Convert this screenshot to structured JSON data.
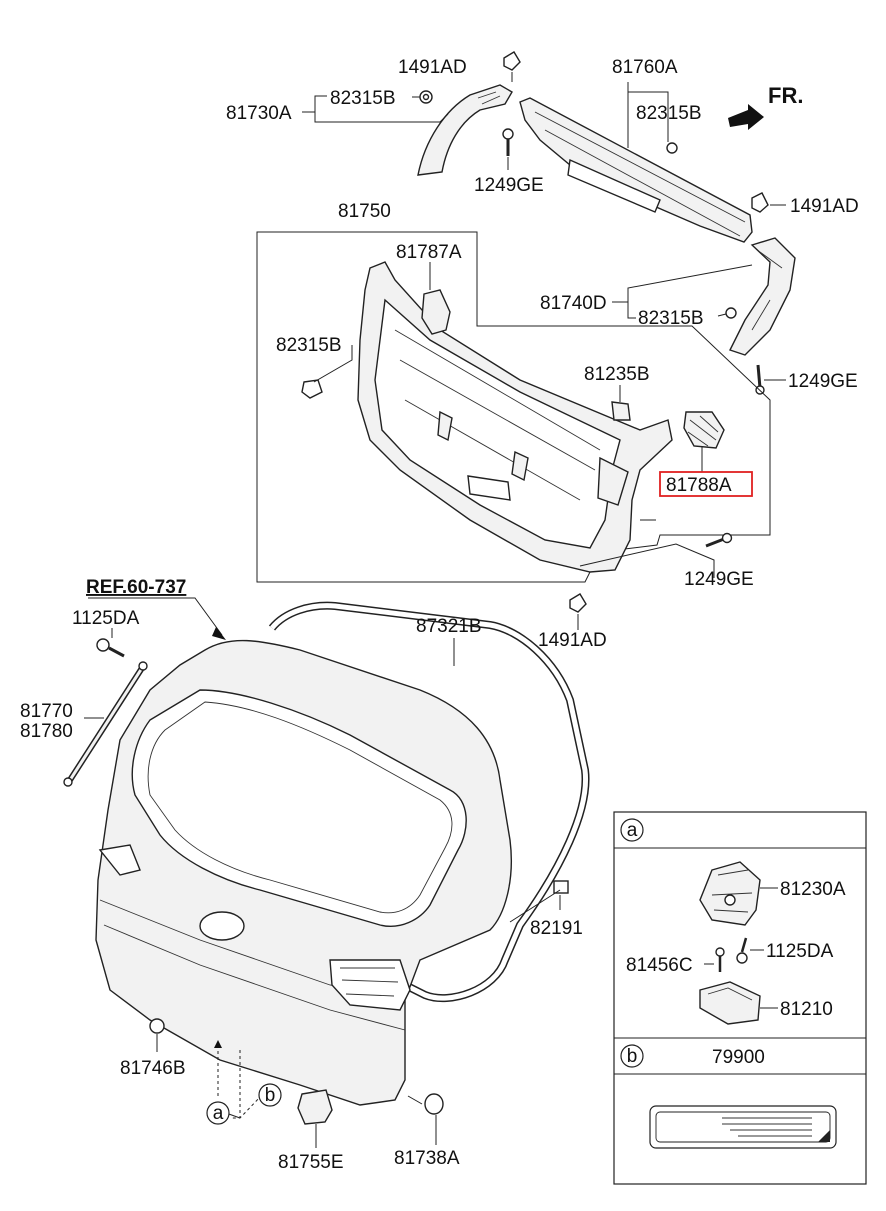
{
  "diagram": {
    "direction_label": "FR.",
    "ref_label": "REF.60-737",
    "parts": {
      "p1491AD_top": "1491AD",
      "p81760A": "81760A",
      "p81730A": "81730A",
      "p82315B_a": "82315B",
      "p82315B_b": "82315B",
      "p1249GE_a": "1249GE",
      "p1491AD_right": "1491AD",
      "p81750": "81750",
      "p81787A": "81787A",
      "p81740D": "81740D",
      "p82315B_c": "82315B",
      "p82315B_d": "82315B",
      "p1249GE_b": "1249GE",
      "p81235B": "81235B",
      "p81788A": "81788A",
      "p1249GE_c": "1249GE",
      "p1491AD_bottom": "1491AD",
      "p87321B": "87321B",
      "p1125DA": "1125DA",
      "p81770": "81770",
      "p81780": "81780",
      "p82191": "82191",
      "p81746B": "81746B",
      "p81755E": "81755E",
      "p81738A": "81738A",
      "callout_a": "a",
      "callout_b": "b"
    },
    "inset": {
      "section_a": "a",
      "section_b": "b",
      "p81230A": "81230A",
      "p81456C": "81456C",
      "p1125DA": "1125DA",
      "p81210": "81210",
      "p79900": "79900"
    },
    "highlight_color": "#e02020"
  }
}
